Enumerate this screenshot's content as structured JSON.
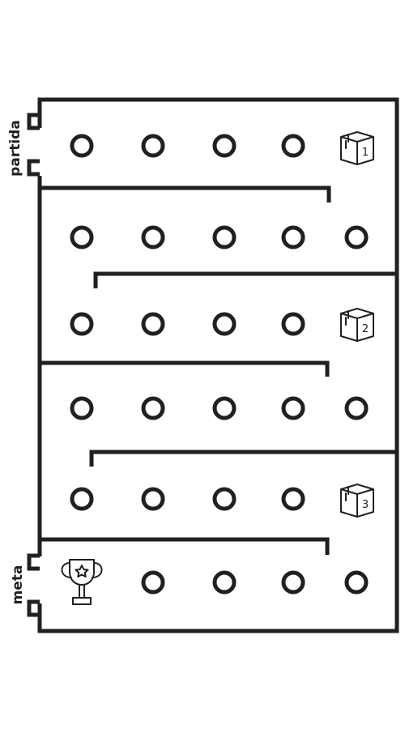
{
  "labels": {
    "start": "partida",
    "finish": "meta"
  },
  "board": {
    "rows": 6,
    "columns": 5,
    "ink_color": "#231f20",
    "background_color": "#ffffff",
    "start_icon": "start-gate-notch",
    "finish_icon": "trophy-icon",
    "box_icon": "cardboard-box-icon"
  },
  "boxes": [
    {
      "number": "1"
    },
    {
      "number": "2"
    },
    {
      "number": "3"
    }
  ]
}
